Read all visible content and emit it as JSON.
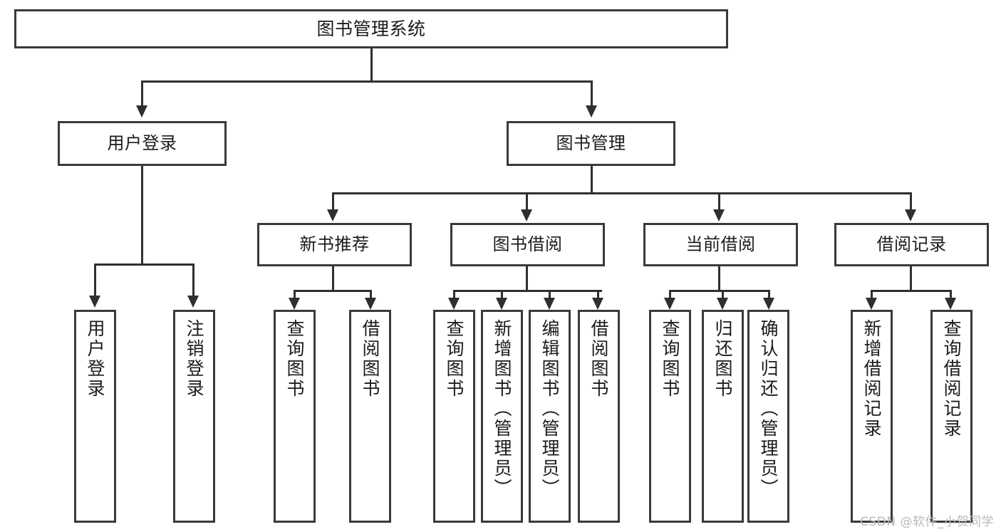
{
  "diagram": {
    "title": "图书管理系统",
    "type": "tree-hierarchy-chart",
    "watermark": "CSDN @软件_小贺同学",
    "colors": {
      "box_border": "#3a3a3a",
      "connector": "#2f2f2f",
      "background": "#ffffff",
      "text": "#1b1b1b",
      "watermark": "#b9b9b9"
    },
    "root": {
      "label": "图书管理系统"
    },
    "level1": [
      {
        "label": "用户登录"
      },
      {
        "label": "图书管理"
      }
    ],
    "level2": [
      {
        "label": "新书推荐"
      },
      {
        "label": "图书借阅"
      },
      {
        "label": "当前借阅"
      },
      {
        "label": "借阅记录"
      }
    ],
    "leaves": {
      "user_login": [
        {
          "label": "用户登录"
        },
        {
          "label": "注销登录"
        }
      ],
      "new_book_recommend": [
        {
          "label": "查询图书"
        },
        {
          "label": "借阅图书"
        }
      ],
      "book_borrow": [
        {
          "label": "查询图书"
        },
        {
          "label": "新增图书（管理员）"
        },
        {
          "label": "编辑图书（管理员）"
        },
        {
          "label": "借阅图书"
        }
      ],
      "current_borrow": [
        {
          "label": "查询图书"
        },
        {
          "label": "归还图书"
        },
        {
          "label": "确认归还（管理员）"
        }
      ],
      "borrow_record": [
        {
          "label": "新增借阅记录"
        },
        {
          "label": "查询借阅记录"
        }
      ]
    }
  }
}
